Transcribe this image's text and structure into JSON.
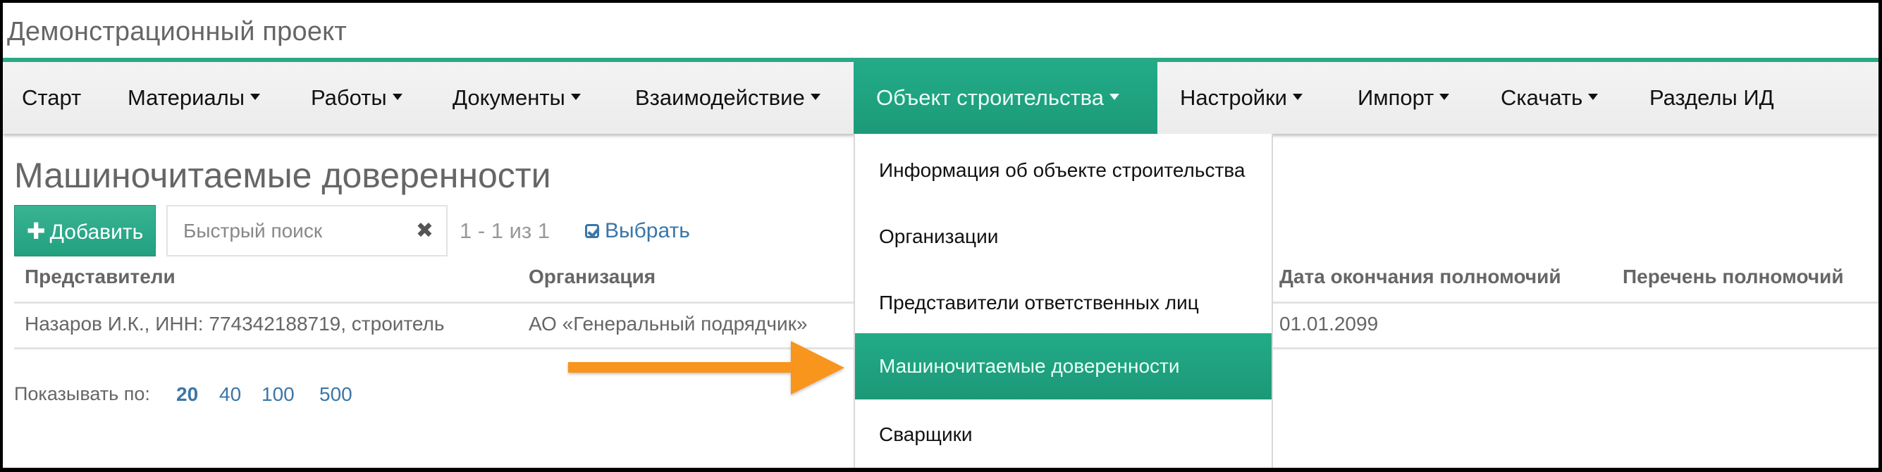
{
  "app": {
    "title": "Демонстрационный проект"
  },
  "nav": {
    "items": [
      {
        "label": "Старт",
        "dropdown": false
      },
      {
        "label": "Материалы",
        "dropdown": true
      },
      {
        "label": "Работы",
        "dropdown": true
      },
      {
        "label": "Документы",
        "dropdown": true
      },
      {
        "label": "Взаимодействие",
        "dropdown": true
      },
      {
        "label": "Объект строительства",
        "dropdown": true,
        "active": true
      },
      {
        "label": "Настройки",
        "dropdown": true
      },
      {
        "label": "Импорт",
        "dropdown": true
      },
      {
        "label": "Скачать",
        "dropdown": true
      },
      {
        "label": "Разделы ИД",
        "dropdown": false
      }
    ]
  },
  "dropdown": {
    "parent": "Объект строительства",
    "items": [
      {
        "label": "Информация об объекте строительства"
      },
      {
        "label": "Организации"
      },
      {
        "label": "Представители ответственных лиц"
      },
      {
        "label": "Машиночитаемые доверенности",
        "active": true
      },
      {
        "label": "Сварщики"
      }
    ]
  },
  "page": {
    "title": "Машиночитаемые доверенности",
    "toolbar": {
      "add_label": "Добавить",
      "add_icon": "plus-icon",
      "search_placeholder": "Быстрый поиск",
      "search_value": "",
      "clear_icon": "×",
      "counter": "1 - 1 из 1",
      "select_label": "Выбрать",
      "select_icon": "check-square-icon"
    },
    "table": {
      "columns": [
        "Представители",
        "Организация",
        "Дата окончания полномочий",
        "Перечень полномочий"
      ],
      "rows": [
        [
          "Назаров И.К., ИНН: 774342188719, строитель",
          "АО «Генеральный подрядчик»",
          "01.01.2099",
          ""
        ]
      ]
    },
    "pagination": {
      "label": "Показывать по:",
      "options": [
        "20",
        "40",
        "100",
        "500"
      ],
      "selected": "20"
    }
  },
  "annotation": {
    "type": "arrow",
    "color": "#F7951D",
    "points_to": "Машиночитаемые доверенности"
  },
  "colors": {
    "accent": "#2BA886",
    "link": "#3A76A8",
    "nav_bg": "#EFEFEF",
    "text_muted": "#666666",
    "arrow": "#F7951D"
  }
}
